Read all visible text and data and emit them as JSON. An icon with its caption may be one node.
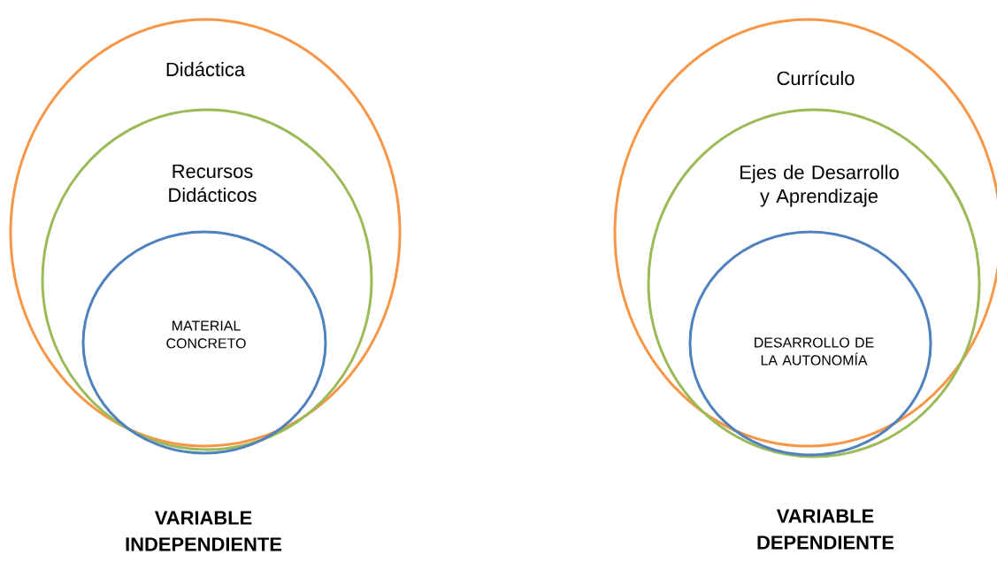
{
  "diagram": {
    "nodes": [
      {
        "text": [
          "Didáctica"
        ]
      },
      {
        "text": [
          "Recursos Didácticos"
        ],
        "in": 0
      },
      {
        "text": [
          "MATERIAL CONCRETO"
        ],
        "in": 1
      },
      {
        "text": [
          "Currículo"
        ]
      },
      {
        "text": [
          "Ejes de Desarrollo y Aprendizaje"
        ],
        "in": 3
      },
      {
        "text": [
          "DESARROLLO DE LA AUTONOMÍA"
        ],
        "in": 4
      }
    ],
    "labels": [
      "VARIABLE INDEPENDIENTE",
      "VARIABLE DEPENDIENTE"
    ]
  }
}
